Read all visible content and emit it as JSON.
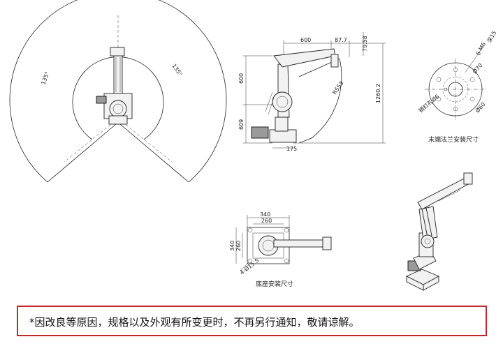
{
  "top_view": {
    "angle_left": "135°",
    "angle_right": "135°"
  },
  "side_view": {
    "dim_600_top": "600",
    "dim_87_7": "87.7",
    "dim_79_58": "79.58",
    "dim_600_left": "600",
    "dim_609": "609",
    "dim_r553": "R553",
    "dim_1260_2": "1260.2",
    "dim_175": "175"
  },
  "flange_view": {
    "label_holes": "6-M6",
    "label_depth": "深15",
    "label_phi70": "Ø70",
    "label_phi60": "Ø60",
    "label_pin": "销钉孔Ø6",
    "caption": "末端法兰安装尺寸"
  },
  "base_view": {
    "dim_340_top": "340",
    "dim_260_top": "260",
    "dim_340_left": "340",
    "dim_260_left": "260",
    "dim_hole": "4-Ø15.5",
    "caption": "底座安装尺寸"
  },
  "notice": {
    "text": "*因改良等原因，规格以及外观有所变更时，不再另行通知，敬请谅解。",
    "border_color": "#c0282d"
  }
}
